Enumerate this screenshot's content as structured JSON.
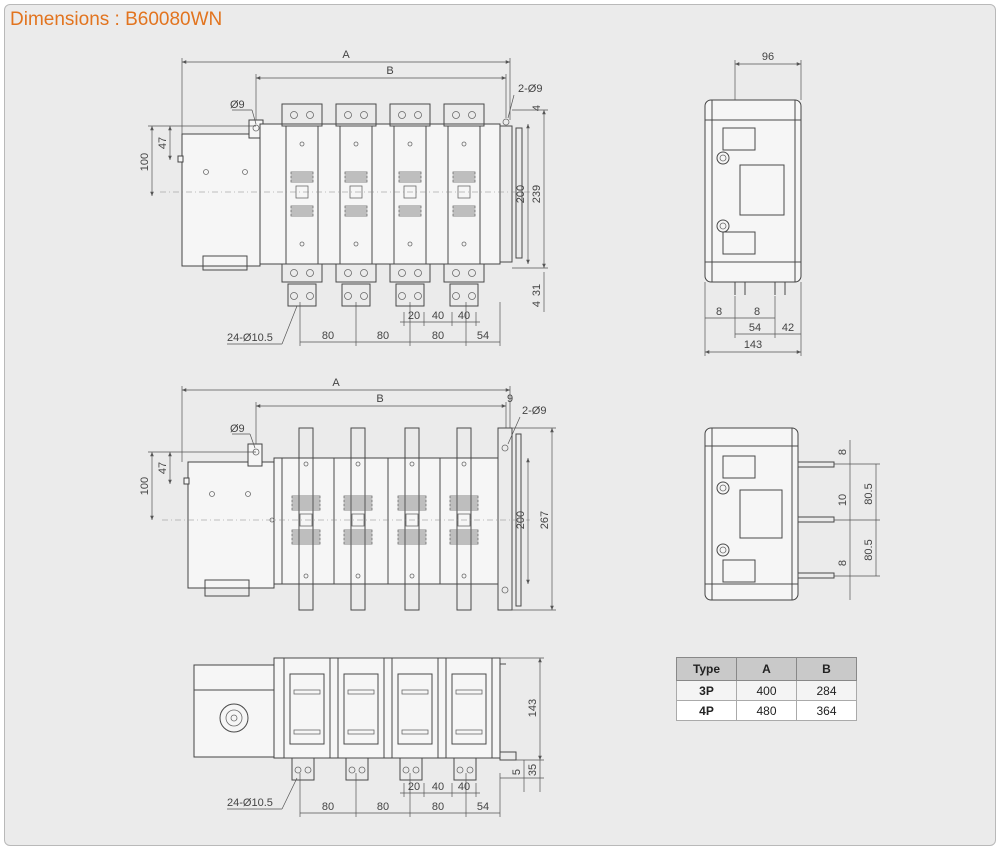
{
  "title": "Dimensions : B60080WN",
  "colors": {
    "title": "#e2741f",
    "background": "#ebebeb",
    "line": "#444444"
  },
  "views": {
    "top_front": {
      "dim_A": "A",
      "dim_B": "B",
      "hole_d9": "Ø9",
      "holes_2x9": "2-Ø9",
      "d_100": "100",
      "d_47": "47",
      "d_200": "200",
      "d_239": "239",
      "d_4a": "4",
      "d_31": "31",
      "d_4b": "4",
      "holes_24": "24-Ø10.5",
      "bottom": [
        "80",
        "80",
        "80",
        "54"
      ],
      "sub": [
        "20",
        "40",
        "40"
      ]
    },
    "top_side": {
      "d_96": "96",
      "d_8a": "8",
      "d_8b": "8",
      "d_54": "54",
      "d_42": "42",
      "d_143": "143"
    },
    "mid_front": {
      "dim_A": "A",
      "dim_B": "B",
      "hole_d9": "Ø9",
      "holes_2x9": "2-Ø9",
      "d_9": "9",
      "d_100": "100",
      "d_47": "47",
      "d_200": "200",
      "d_267": "267"
    },
    "mid_side": {
      "d_8a": "8",
      "d_10": "10",
      "d_805a": "80.5",
      "d_8b": "8",
      "d_805b": "80.5"
    },
    "bottom_view": {
      "d_143": "143",
      "d_5": "5",
      "d_35": "35",
      "holes_24": "24-Ø10.5",
      "bottom": [
        "80",
        "80",
        "80",
        "54"
      ],
      "sub": [
        "20",
        "40",
        "40"
      ]
    }
  },
  "table": {
    "headers": [
      "Type",
      "A",
      "B"
    ],
    "rows": [
      {
        "type": "3P",
        "a": "400",
        "b": "284"
      },
      {
        "type": "4P",
        "a": "480",
        "b": "364"
      }
    ]
  }
}
